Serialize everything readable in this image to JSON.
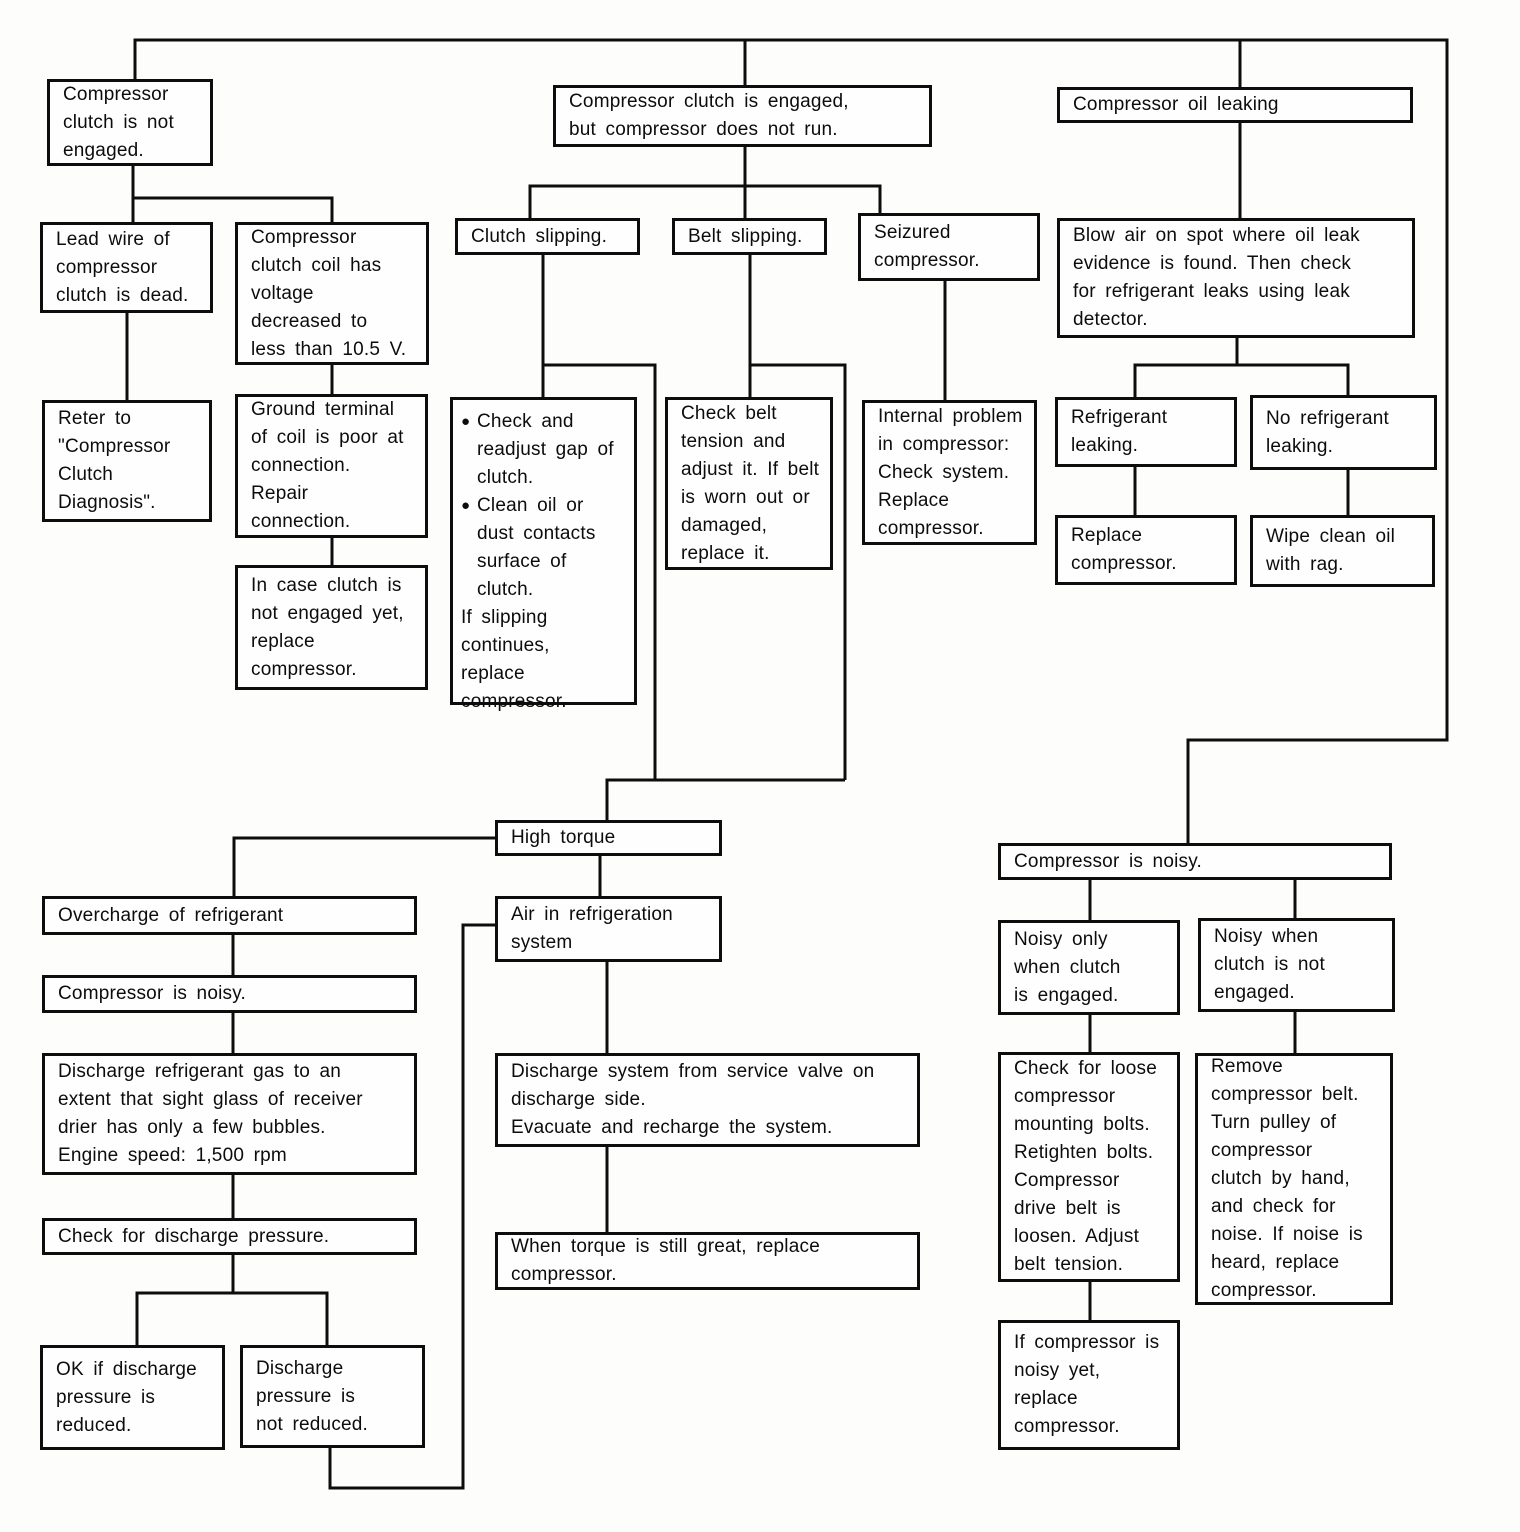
{
  "bullet_glyph": "●",
  "nodes": {
    "clutch_not_engaged": "Compressor\nclutch is not\nengaged.",
    "lead_wire_dead": "Lead wire of\ncompressor\nclutch is dead.",
    "coil_voltage": "Compressor\nclutch coil has\nvoltage\ndecreased to\nless than 10.5 V.",
    "refer_diagnosis": "Reter to\n\"Compressor\nClutch\nDiagnosis\".",
    "ground_terminal": "Ground terminal\nof coil is poor at\nconnection.\nRepair\nconnection.",
    "in_case_replace": "In case clutch is\nnot engaged yet,\nreplace\ncompressor.",
    "engaged_not_run": "Compressor clutch is engaged,\nbut compressor does not run.",
    "clutch_slipping": "Clutch slipping.",
    "belt_slipping": "Belt slipping.",
    "seizured_compressor": "Seizured\ncompressor.",
    "belt_actions": "Check belt\ntension and\nadjust it. If belt\nis worn out or\ndamaged,\nreplace it.",
    "internal_problem": "Internal problem\nin compressor:\nCheck system.\nReplace\ncompressor.",
    "oil_leaking": "Compressor oil leaking",
    "blow_air": "Blow air on spot where oil leak\nevidence is found. Then check\nfor refrigerant leaks using leak\ndetector.",
    "refrigerant_leaking": "Refrigerant\nleaking.",
    "no_refrigerant_leaking": "No refrigerant\nleaking.",
    "replace_compressor": "Replace\ncompressor.",
    "wipe_oil": "Wipe clean oil\nwith rag.",
    "high_torque": "High torque",
    "overcharge": "Overcharge of refrigerant",
    "compressor_noisy_left": "Compressor is noisy.",
    "discharge_gas": "Discharge refrigerant gas to an\nextent that sight glass of receiver\ndrier has only a few bubbles.\nEngine speed: 1,500 rpm",
    "check_pressure": "Check for discharge pressure.",
    "ok_reduced": "OK if discharge\npressure is\nreduced.",
    "not_reduced": "Discharge\npressure is\nnot reduced.",
    "air_in_system": "Air in refrigeration\nsystem",
    "discharge_system": "Discharge system from service valve on\ndischarge side.\nEvacuate and recharge the system.",
    "torque_still_great": "When torque is still great, replace\ncompressor.",
    "compressor_noisy_right": "Compressor is noisy.",
    "noisy_clutch_engaged": "Noisy only\nwhen clutch\nis engaged.",
    "noisy_clutch_not_engaged": "Noisy when\nclutch is not\nengaged.",
    "check_bolts": "Check for loose\ncompressor\nmounting bolts.\nRetighten bolts.\nCompressor\ndrive belt is\nloosen. Adjust\nbelt tension.",
    "remove_belt": "Remove\ncompressor belt.\nTurn pulley of\ncompressor\nclutch by hand,\nand check for\nnoise. If noise is\nheard, replace\ncompressor.",
    "noisy_yet": "If compressor is\nnoisy yet,\nreplace\ncompressor."
  },
  "clutch_actions": {
    "items": [
      "Check and\nreadjust gap of\nclutch.",
      "Clean oil or\ndust contacts\nsurface of\nclutch."
    ],
    "tail": "If slipping\ncontinues,\nreplace\ncompressor."
  }
}
